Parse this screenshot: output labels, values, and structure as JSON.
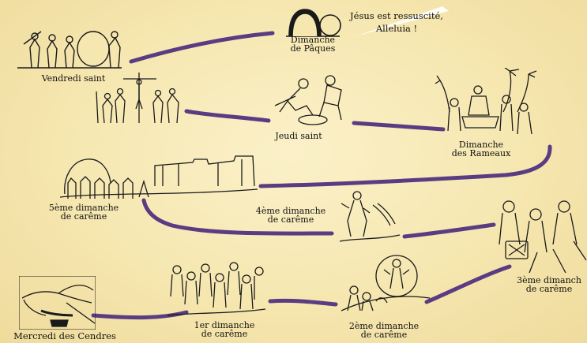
{
  "stations": {
    "paques": {
      "line1": "Dimanche",
      "line2": "de Pâques"
    },
    "announcement": {
      "line1": "Jésus est ressuscité,",
      "line2": "Alleluia !"
    },
    "vendredi": {
      "label": "Vendredi saint"
    },
    "jeudi": {
      "label": "Jeudi saint"
    },
    "rameaux": {
      "line1": "Dimanche",
      "line2": "des Rameaux"
    },
    "cinq": {
      "line1": "5ème dimanche",
      "line2": "de carême"
    },
    "quatre": {
      "line1": "4ème dimanche",
      "line2": "de carême"
    },
    "trois": {
      "line1": "3ème dimanch",
      "line2": "de carême"
    },
    "cendres": {
      "label": "Mercredi des Cendres"
    },
    "premier": {
      "line1": "1er dimanche",
      "line2": "de carême"
    },
    "deux": {
      "line1": "2ème dimanche",
      "line2": "de carême"
    }
  },
  "colors": {
    "path": "#5a3c82",
    "ink": "#1a1a1a",
    "parchment": "#f6e7b0"
  },
  "illustrations": [
    "tomb-scene",
    "empty-tomb",
    "crucifixion-scene",
    "foot-washing-scene",
    "palm-procession-scene",
    "jerusalem-city-scene",
    "jesus-walking-scene",
    "crowd-scene",
    "ashes-hand",
    "teaching-crowd-scene",
    "transfiguration-scene"
  ]
}
